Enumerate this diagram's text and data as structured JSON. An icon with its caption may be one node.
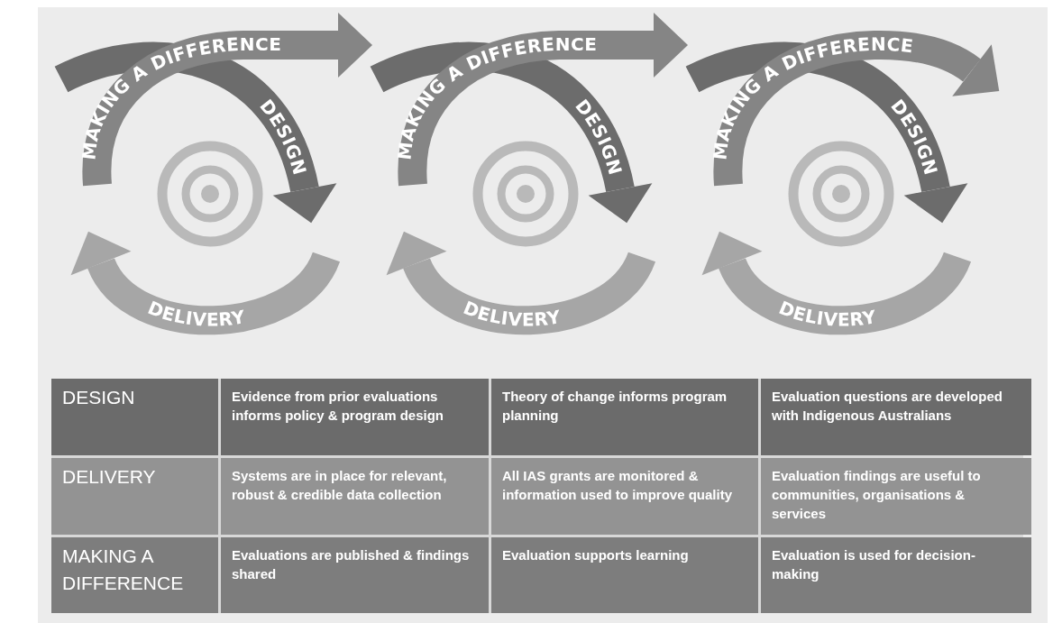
{
  "diagram": {
    "nodes": [
      {
        "text": [
          "MAKING A DIFFERENCE"
        ]
      },
      {
        "text": [
          "DESIGN"
        ]
      },
      {
        "text": [
          "DELIVERY"
        ]
      },
      {
        "text": [],
        "shape": "circle"
      },
      {
        "text": [
          "MAKING A DIFFERENCE"
        ]
      },
      {
        "text": [
          "DESIGN"
        ]
      },
      {
        "text": [
          "DELIVERY"
        ]
      },
      {
        "text": [],
        "shape": "circle"
      },
      {
        "text": [
          "MAKING A DIFFERENCE"
        ]
      },
      {
        "text": [
          "DESIGN"
        ]
      },
      {
        "text": [
          "DELIVERY"
        ]
      },
      {
        "text": [],
        "shape": "circle"
      }
    ],
    "labels": [
      "DESIGN",
      "Evidence from prior evaluations informs policy & program design",
      "Theory of change informs program planning",
      "Evaluation questions are developed with Indigenous Australians",
      "DELIVERY",
      "Systems are in place for relevant, robust & credible data collection",
      "All IAS grants are monitored & information used to improve quality",
      "Evaluation findings are useful to communities, organisations & services",
      "MAKING A DIFFERENCE",
      "Evaluations are published & findings shared",
      "Evaluation supports learning",
      "Evaluation is used for decision-making"
    ]
  }
}
